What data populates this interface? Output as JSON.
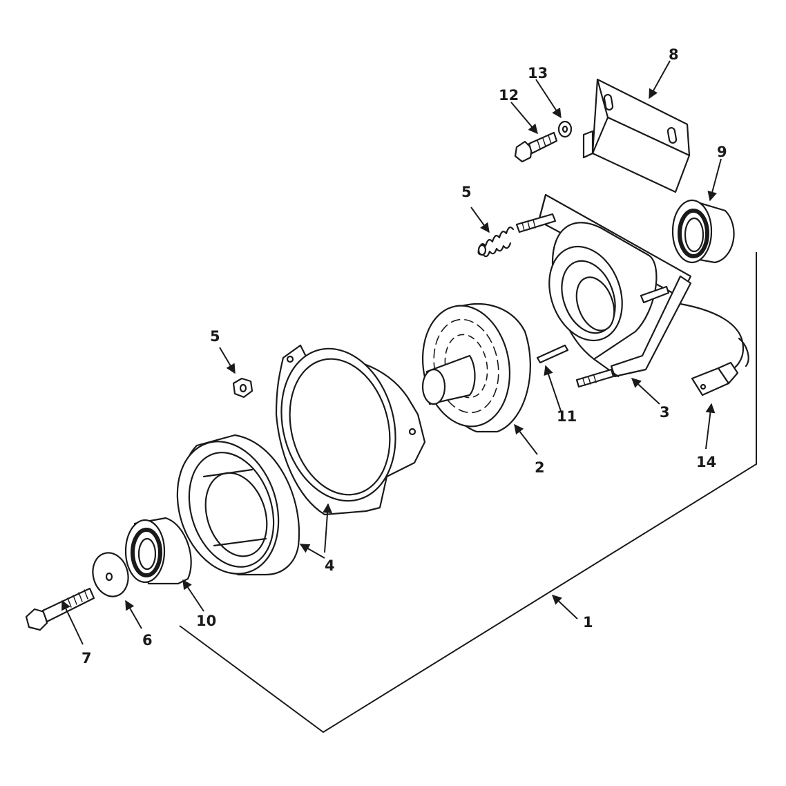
{
  "callouts": {
    "c1": "1",
    "c2": "2",
    "c3": "3",
    "c4a": "4",
    "c4b": "4",
    "c5a": "5",
    "c5b": "5",
    "c6": "6",
    "c7": "7",
    "c8": "8",
    "c9": "9",
    "c10": "10",
    "c11": "11",
    "c12": "12",
    "c13": "13",
    "c14": "14"
  }
}
